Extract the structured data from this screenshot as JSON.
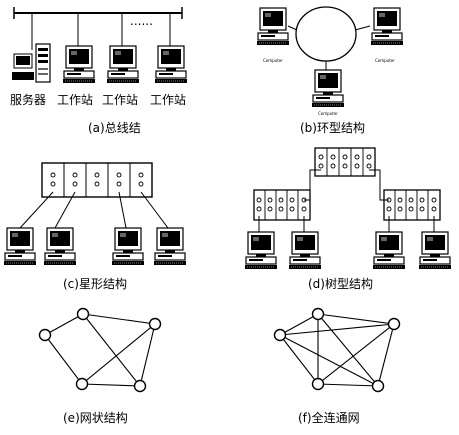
{
  "captions": {
    "a": "(a)总线结",
    "b": "(b)环型结构",
    "c": "(c)星形结构",
    "d": "(d)树型结构",
    "e": "(e)网状结构",
    "f": "(f)全连通网"
  },
  "bus": {
    "server_label": "服务器",
    "workstation_label": "工作站",
    "ellipsis": "......"
  },
  "ring": {
    "computer_label": "Computer"
  }
}
